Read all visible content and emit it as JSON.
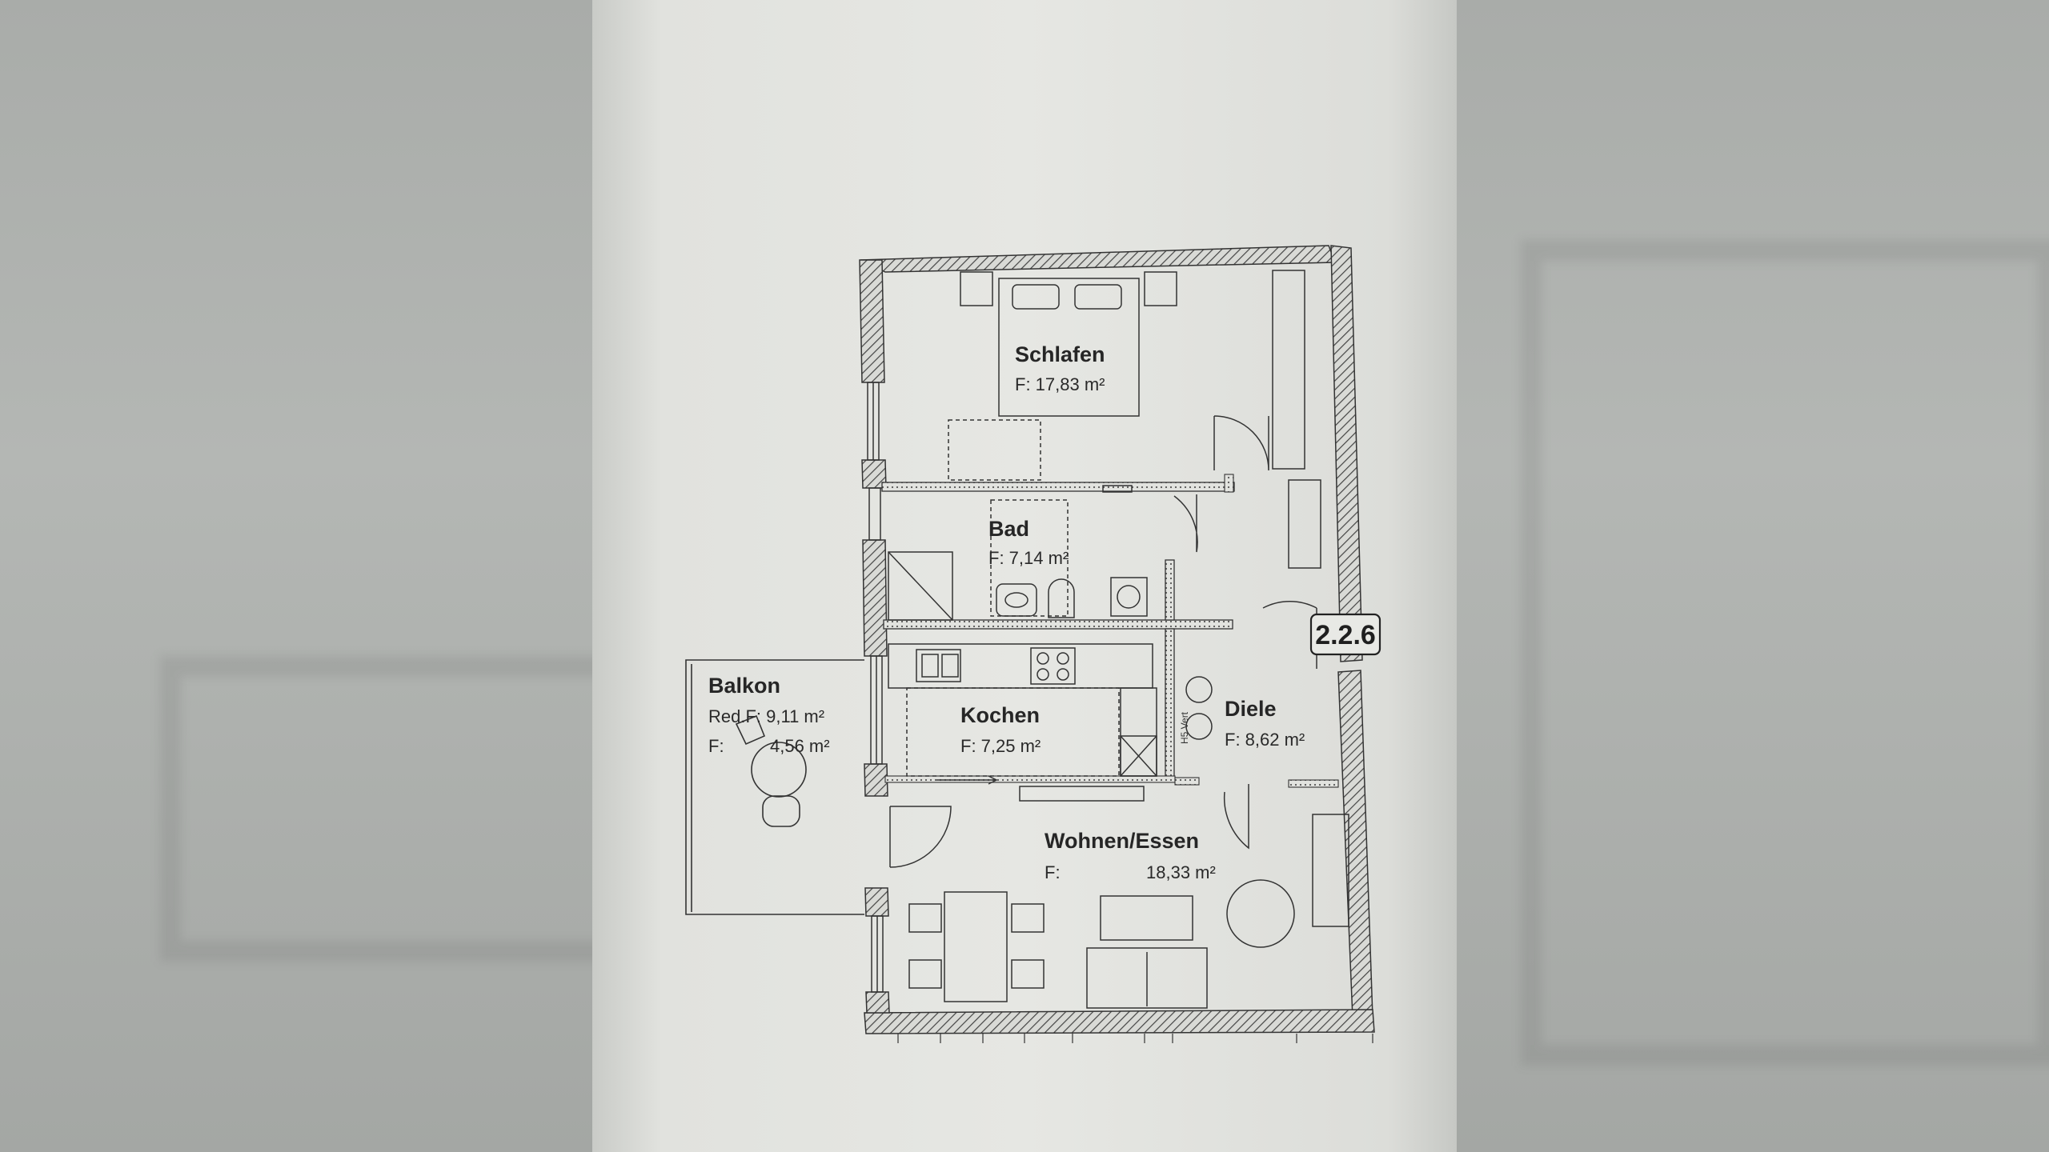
{
  "unit_number": "2.2.6",
  "rooms": {
    "schlafen": {
      "name": "Schlafen",
      "area": "F: 17,83 m²"
    },
    "bad": {
      "name": "Bad",
      "area": "F: 7,14 m²"
    },
    "kochen": {
      "name": "Kochen",
      "area": "F: 7,25 m²"
    },
    "diele": {
      "name": "Diele",
      "area": "F: 8,62 m²"
    },
    "balkon": {
      "name": "Balkon",
      "red_area": "Red.F: 9,11 m²",
      "area_label": "F:",
      "area_value": "4,56 m²"
    },
    "wohnen": {
      "name": "Wohnen/Essen",
      "area_label": "F:",
      "area_value": "18,33 m²"
    }
  },
  "small_labels": {
    "vert": "H5 Vert"
  },
  "colors": {
    "wall_hatch": "#4a4a4a",
    "line": "#3a3a3a",
    "paper": "#e4e5e1",
    "background": "#9a9d9a"
  }
}
